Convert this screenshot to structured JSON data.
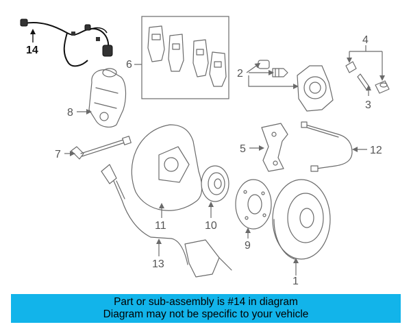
{
  "diagram": {
    "callouts": [
      "1",
      "2",
      "3",
      "4",
      "5",
      "6",
      "7",
      "8",
      "9",
      "10",
      "11",
      "12",
      "13",
      "14"
    ],
    "highlighted_callout": "14",
    "accent_color": "#111111",
    "line_color": "#6a6a6a"
  },
  "banner": {
    "line1": "Part or sub-assembly is #14 in diagram",
    "line2": "Diagram may not be specific to your vehicle",
    "background_color": "#12b4ea"
  }
}
